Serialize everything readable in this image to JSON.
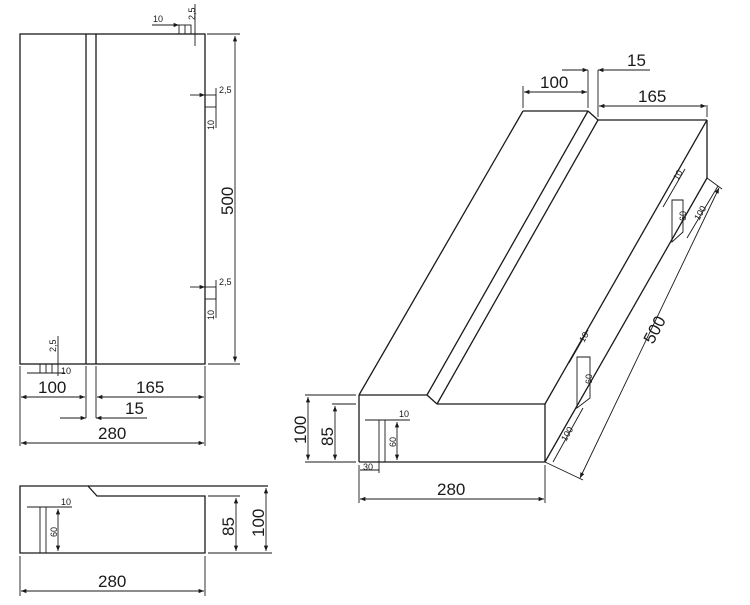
{
  "drawing": {
    "title": "Block with slot and recesses - technical drawing",
    "stroke_color": "#1a1a1a",
    "background": "#ffffff"
  },
  "top_view": {
    "dims": {
      "length": "500",
      "width_left": "100",
      "width_right": "165",
      "groove": "15",
      "total": "280",
      "notch_w_top": "10",
      "notch_d_top": "2,5",
      "notch_d_r1": "2,5",
      "notch_w_r1": "10",
      "notch_d_r2": "2,5",
      "notch_w_r2": "10",
      "notch_d_bl": "2,5",
      "notch_w_bl": "10"
    }
  },
  "front_view": {
    "dims": {
      "total": "280",
      "height_low": "85",
      "height_high": "100",
      "slot_w": "10",
      "slot_h": "60"
    }
  },
  "iso_view": {
    "dims": {
      "w_left": "100",
      "groove": "15",
      "w_right": "165",
      "length": "500",
      "height_high": "100",
      "height_low": "85",
      "total": "280",
      "slot_w_front": "10",
      "slot_h_front": "60",
      "slot_offset": "30",
      "slot_w_side1": "10",
      "slot_h_side1": "60",
      "side_offset1": "100",
      "slot_w_side2": "10",
      "slot_h_side2": "60",
      "side_offset2": "100"
    }
  }
}
